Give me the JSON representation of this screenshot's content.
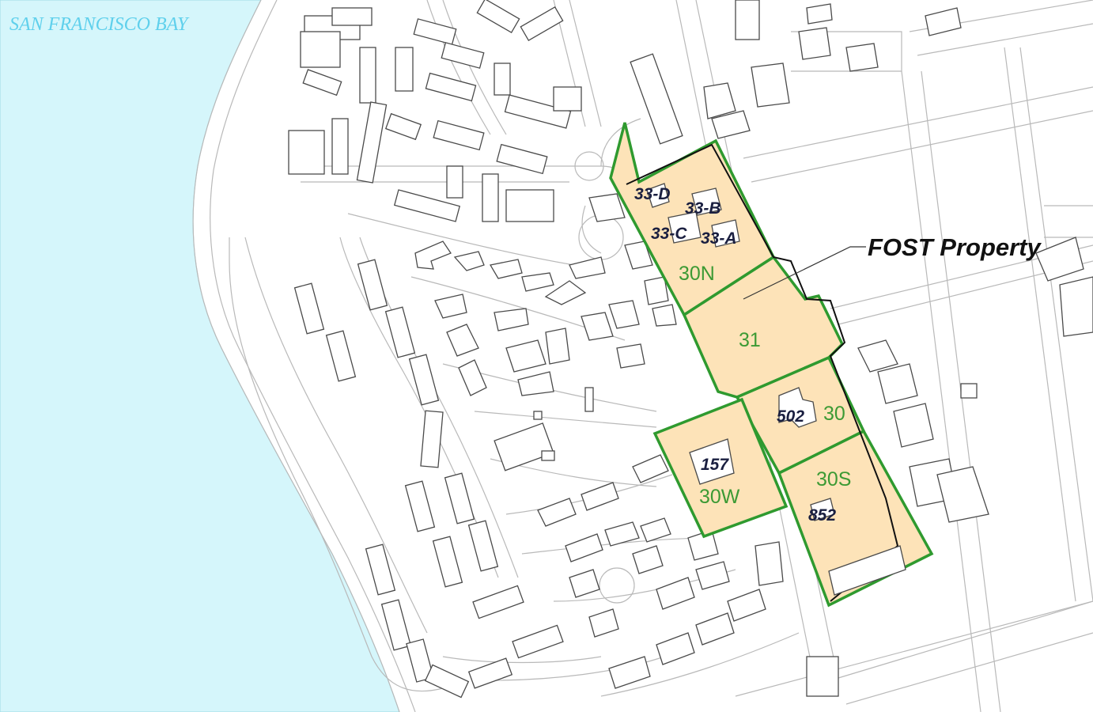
{
  "water_label": "SAN FRANCISCO BAY",
  "callout_label": "FOST Property",
  "colors": {
    "water": "#d5f6fb",
    "water_label": "#5fd0ec",
    "parcel_fill": "#fde3b8",
    "parcel_outline": "#2f9a2f",
    "parcel_label": "#3c9a34",
    "building_label": "#1a1f40"
  },
  "parcels": [
    {
      "id": "30N",
      "label": "30N"
    },
    {
      "id": "31",
      "label": "31"
    },
    {
      "id": "30",
      "label": "30"
    },
    {
      "id": "30S",
      "label": "30S"
    },
    {
      "id": "30W",
      "label": "30W"
    }
  ],
  "buildings": [
    {
      "id": "33-D",
      "label": "33-D"
    },
    {
      "id": "33-B",
      "label": "33-B"
    },
    {
      "id": "33-C",
      "label": "33-C"
    },
    {
      "id": "33-A",
      "label": "33-A"
    },
    {
      "id": "502",
      "label": "502"
    },
    {
      "id": "157",
      "label": "157"
    },
    {
      "id": "852",
      "label": "852"
    }
  ]
}
